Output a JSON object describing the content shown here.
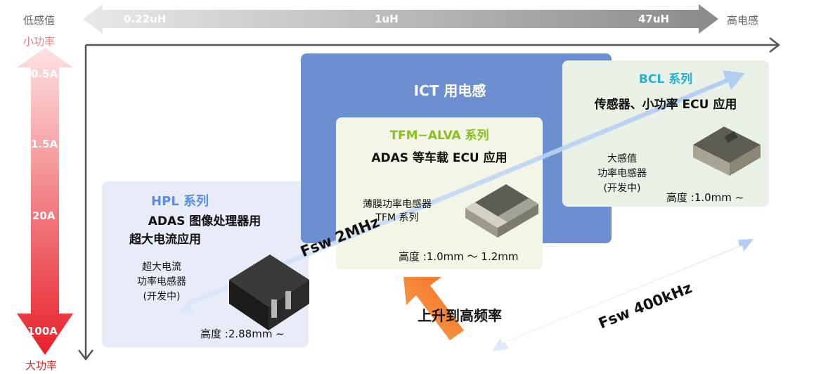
{
  "axis": {
    "left_label": "低感值",
    "right_label": "高电感",
    "small_power": "小功率",
    "large_power": "大功率"
  },
  "inductance_ticks": [
    "0.22uH",
    "1uH",
    "47uH"
  ],
  "current_ticks": [
    "0.5A",
    "1.5A",
    "20A",
    "100A"
  ],
  "hpl": {
    "title": "HPL 系列",
    "subtitle1": "ADAS 图像处理器用",
    "subtitle2": "超大电流应用",
    "desc": [
      "超大电流",
      "功率电感器",
      "(开发中)"
    ],
    "height": "高度 :2.88mm ~"
  },
  "ict": {
    "title": "ICT 用电感"
  },
  "tfm": {
    "title": "TFM−ALVA 系列",
    "subtitle": "ADAS 等车载 ECU 应用",
    "desc": [
      "薄膜功率电感器",
      "TFM 系列"
    ],
    "height": "高度 :1.0mm ～ 1.2mm"
  },
  "bcl": {
    "title": "BCL 系列",
    "subtitle": "传感器、小功率 ECU 应用",
    "desc": [
      "大感值",
      "功率电感器",
      "(开发中)"
    ],
    "height": "高度 :1.0mm ~"
  },
  "freq": {
    "fsw_high": "Fsw 2MHz",
    "fsw_low": "Fsw 400kHz",
    "rise": "上升到高频率"
  },
  "colors": {
    "red_arrow": "#e8202a",
    "orange_arrow": "#f58220",
    "ict_blue": "#6b8fcf",
    "light_arrow": "#cfe0f7"
  }
}
